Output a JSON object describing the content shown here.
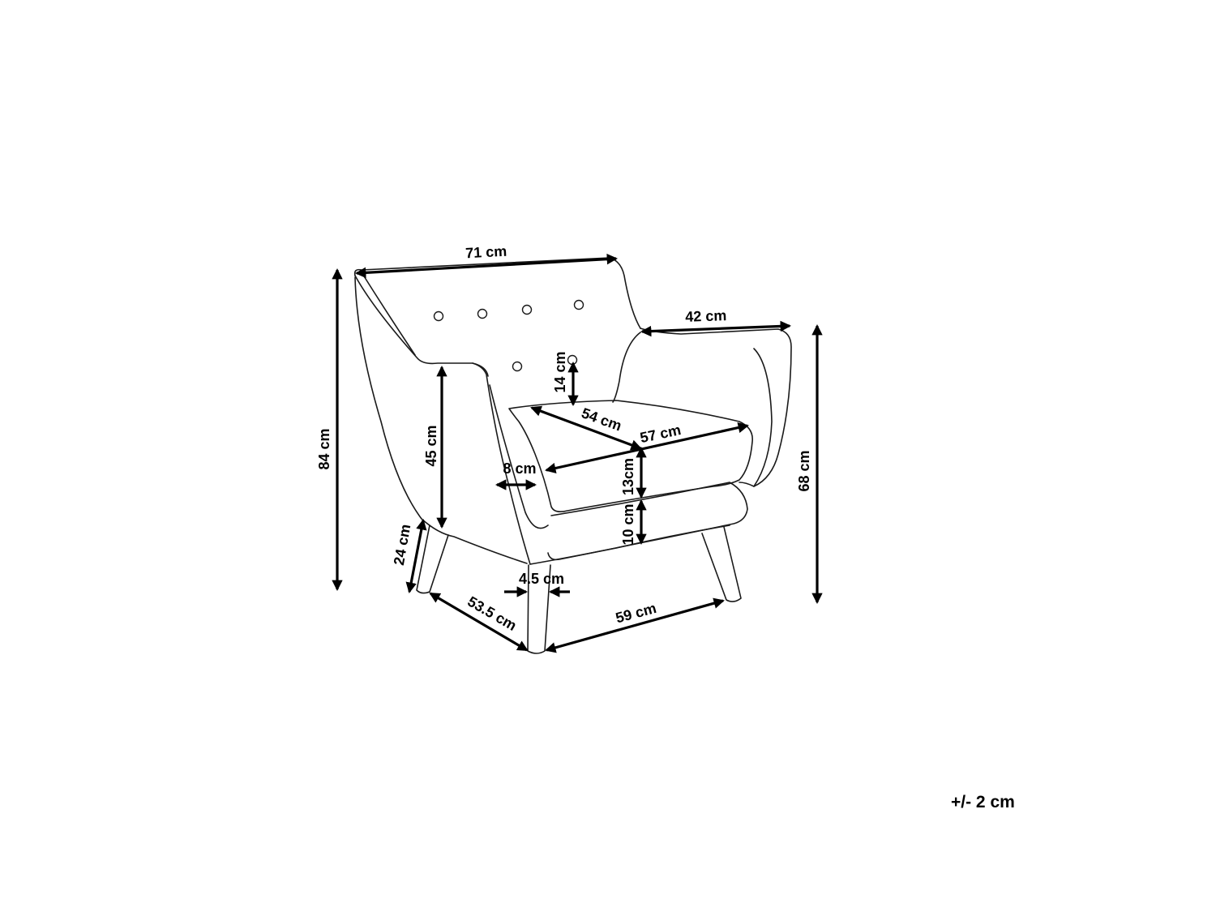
{
  "dimensions": {
    "width": "71 cm",
    "arm_depth": "42 cm",
    "total_height": "84 cm",
    "arm_height": "68 cm",
    "seat_height": "45 cm",
    "back_above_seat": "14 cm",
    "seat_depth": "54 cm",
    "seat_width": "57 cm",
    "armrest_width": "8 cm",
    "cushion_height": "13cm",
    "base_height": "10 cm",
    "leg_height": "24 cm",
    "leg_width": "4.5 cm",
    "leg_span_depth": "53.5 cm",
    "leg_span_width": "59 cm"
  },
  "tolerance": "+/- 2 cm"
}
